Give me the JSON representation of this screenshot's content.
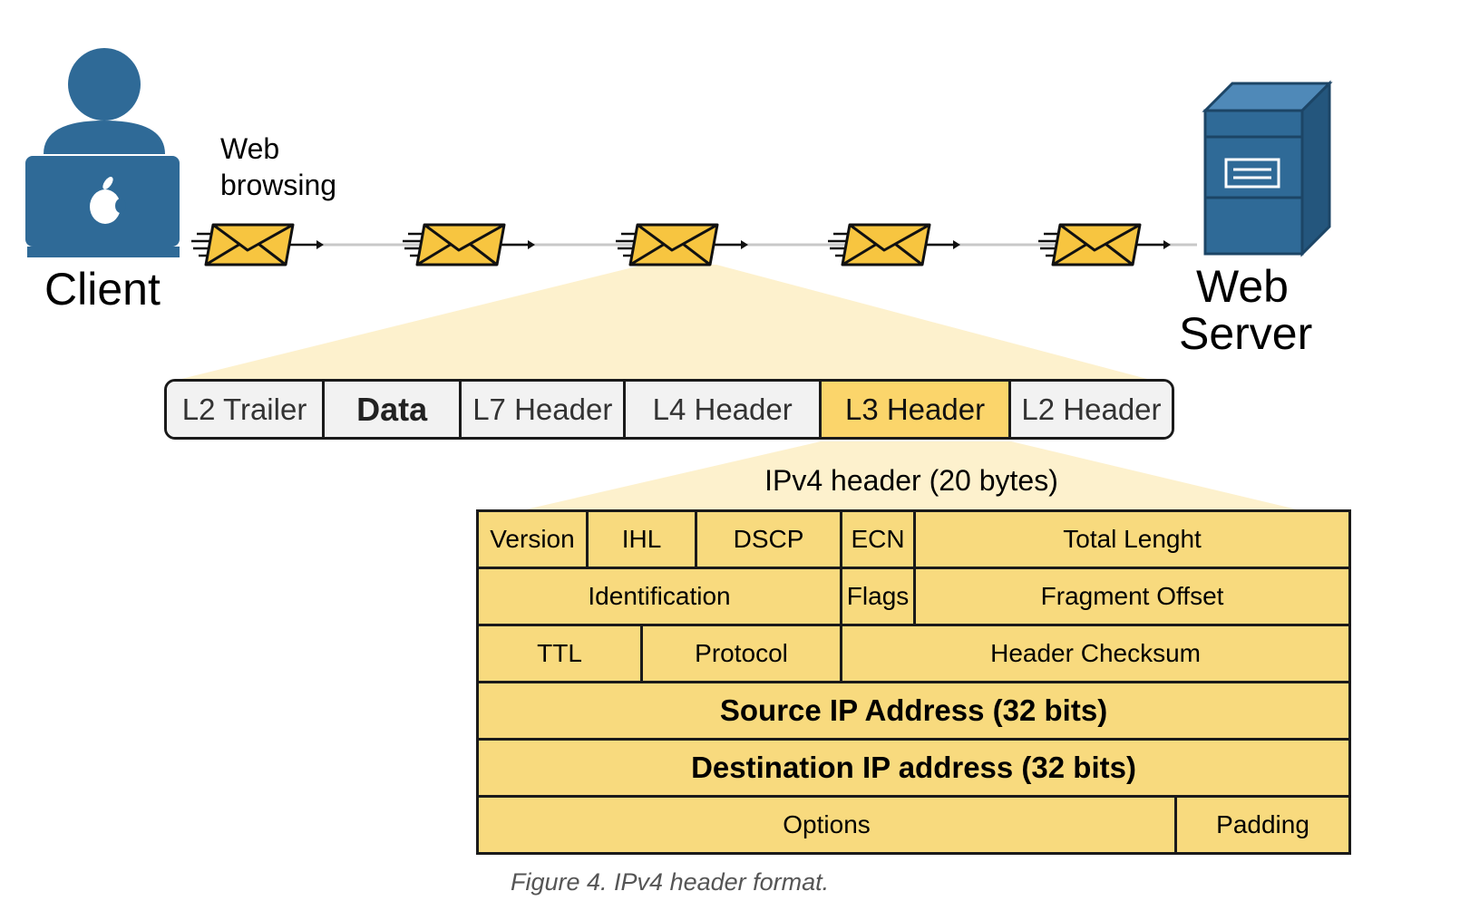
{
  "client": {
    "label": "Client"
  },
  "annotation": {
    "line1": "Web",
    "line2": "browsing"
  },
  "server": {
    "line1": "Web",
    "line2": "Server"
  },
  "colors": {
    "accent_blue": "#2f6a97",
    "envelope": "#f7c540",
    "highlight": "#fbd56b",
    "wedge": "#fdf1cd",
    "table": "#f8da7e"
  },
  "layers": [
    {
      "label": "L2 Trailer",
      "style": "normal"
    },
    {
      "label": "Data",
      "style": "bold"
    },
    {
      "label": "L7 Header",
      "style": "normal"
    },
    {
      "label": "L4 Header",
      "style": "normal"
    },
    {
      "label": "L3 Header",
      "style": "highlight"
    },
    {
      "label": "L2 Header",
      "style": "normal"
    }
  ],
  "ipv4": {
    "title": "IPv4 header (20 bytes)",
    "rows": [
      [
        {
          "label": "Version",
          "span": 2
        },
        {
          "label": "IHL",
          "span": 2
        },
        {
          "label": "DSCP",
          "span": 2
        },
        {
          "label": "ECN",
          "span": 1
        },
        {
          "label": "Total Lenght",
          "span": 5
        }
      ],
      [
        {
          "label": "Identification",
          "span": 6
        },
        {
          "label": "Flags",
          "span": 1
        },
        {
          "label": "Fragment Offset",
          "span": 5
        }
      ],
      [
        {
          "label": "TTL",
          "span": 3
        },
        {
          "label": "Protocol",
          "span": 3
        },
        {
          "label": "Header Checksum",
          "span": 6
        }
      ],
      [
        {
          "label": "Source IP Address (32 bits)",
          "span": 12,
          "bold": true
        }
      ],
      [
        {
          "label": "Destination IP address (32 bits)",
          "span": 12,
          "bold": true
        }
      ],
      [
        {
          "label": "Options",
          "span": 10
        },
        {
          "label": "Padding",
          "span": 2
        }
      ]
    ]
  },
  "caption": "Figure 4. IPv4 header format."
}
